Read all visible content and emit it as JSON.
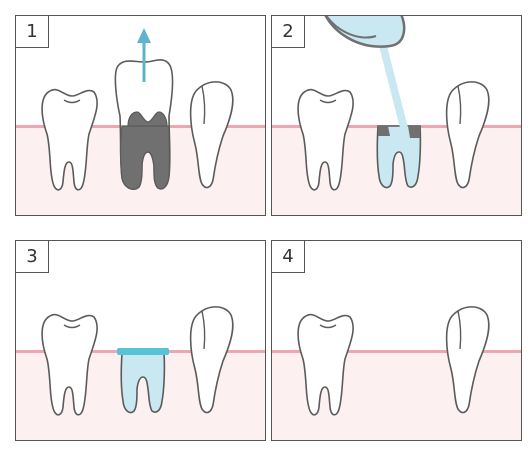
{
  "panels": [
    {
      "step": "1"
    },
    {
      "step": "2"
    },
    {
      "step": "3"
    },
    {
      "step": "4"
    }
  ],
  "colors": {
    "gum": "#fcf0f0",
    "gum_line": "#f0a6b1",
    "tooth_outline": "#5b5b5b",
    "tooth_fill": "#ffffff",
    "pulp_removed": "#707070",
    "filling": "#c9e8f1",
    "arrow": "#5fb3cd",
    "seal": "#56c3d6"
  },
  "icons": {
    "arrow": "up-arrow-icon",
    "syringe": "syringe-icon"
  }
}
